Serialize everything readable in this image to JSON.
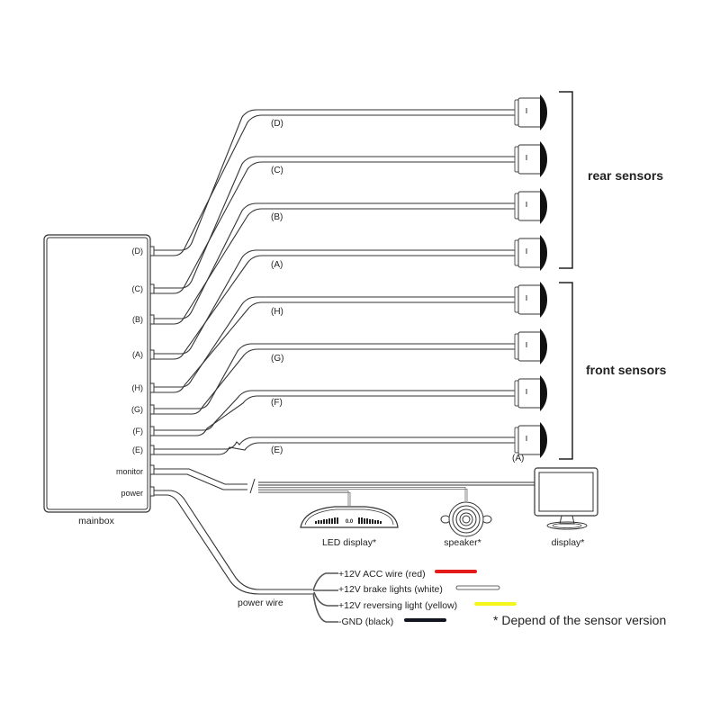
{
  "title": "Parking sensor wiring diagram",
  "mainbox": {
    "label": "mainbox",
    "ports": [
      {
        "id": "D",
        "label": "(D)"
      },
      {
        "id": "C",
        "label": "(C)"
      },
      {
        "id": "B",
        "label": "(B)"
      },
      {
        "id": "A",
        "label": "(A)"
      },
      {
        "id": "H",
        "label": "(H)"
      },
      {
        "id": "G",
        "label": "(G)"
      },
      {
        "id": "F",
        "label": "(F)"
      },
      {
        "id": "E",
        "label": "(E)"
      },
      {
        "id": "monitor",
        "label": "monitor"
      },
      {
        "id": "power",
        "label": "power"
      }
    ]
  },
  "sensor_groups": [
    {
      "label": "rear sensors",
      "sensors": [
        "(D)",
        "(C)",
        "(B)",
        "(A)"
      ]
    },
    {
      "label": "front sensors",
      "sensors": [
        "(H)",
        "(G)",
        "(F)",
        "(E)"
      ]
    }
  ],
  "sensor_tag": "(A)",
  "devices": [
    {
      "id": "led",
      "label": "LED display*",
      "reading": "0.0"
    },
    {
      "id": "speaker",
      "label": "speaker*"
    },
    {
      "id": "display",
      "label": "display*"
    }
  ],
  "power": {
    "label": "power wire",
    "wires": [
      {
        "label": "+12V ACC wire (red)",
        "color": "#e31b1b"
      },
      {
        "label": "+12V brake lights (white)",
        "color": "#ffffff"
      },
      {
        "label": "+12V reversing light (yellow)",
        "color": "#f5f51a"
      },
      {
        "label": "-GND (black)",
        "color": "#111522"
      }
    ]
  },
  "note": "* Depend of the sensor version"
}
